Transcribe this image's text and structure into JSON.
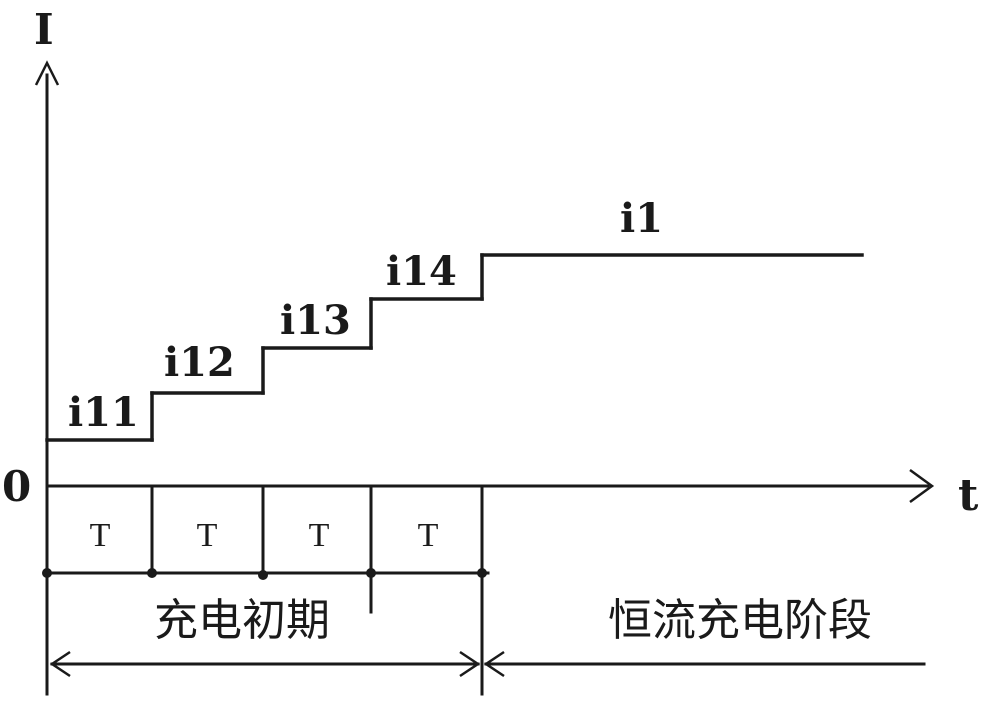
{
  "axes": {
    "y_label": "I",
    "x_label": "t",
    "origin_label": "0"
  },
  "steps": [
    {
      "label": "i11",
      "period": "T"
    },
    {
      "label": "i12",
      "period": "T"
    },
    {
      "label": "i13",
      "period": "T"
    },
    {
      "label": "i14",
      "period": "T"
    }
  ],
  "constant": {
    "label": "i1"
  },
  "phases": {
    "initial": "充电初期",
    "constant_current": "恒流充电阶段"
  }
}
